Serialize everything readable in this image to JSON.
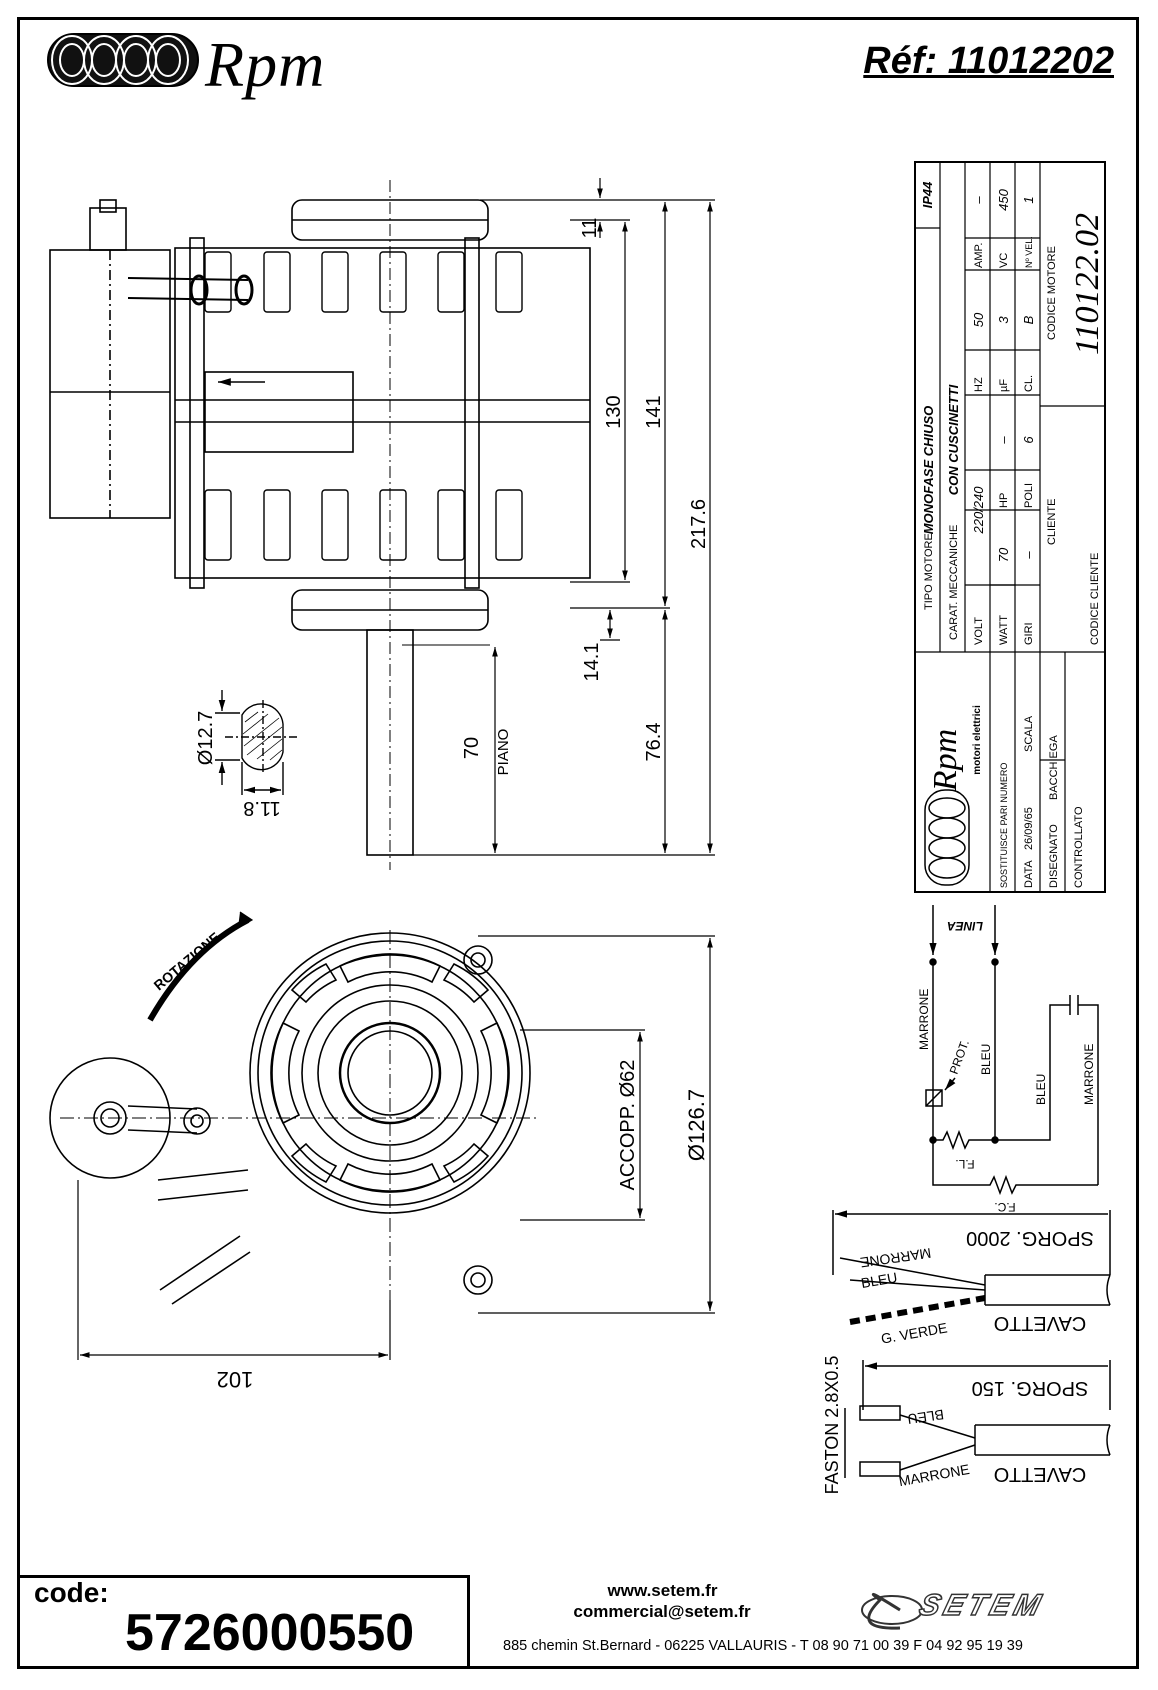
{
  "header": {
    "brand": "Rpm",
    "reference": "Réf: 11012202"
  },
  "dimensions": {
    "d_11": "11",
    "d_130": "130",
    "d_141": "141",
    "d_217_6": "217.6",
    "d_14_1": "14.1",
    "d_76_4": "76.4",
    "d_70": "70",
    "piano": "PIANO",
    "d_12_7": "Ø12.7",
    "d_11_8": "11.8",
    "d_62": "ACCOPP. Ø62",
    "d_126_7": "Ø126.7",
    "d_102": "102",
    "rotazione": "ROTAZIONE"
  },
  "spec_table": {
    "ip": "IP44",
    "tipo_motore_label": "TIPO MOTORE",
    "tipo_motore": "MONOFASE CHIUSO",
    "carat_label": "CARAT. MECCANICHE",
    "carat": "CON CUSCINETTI",
    "volt_label": "VOLT",
    "volt": "220/240",
    "hz_label": "HZ",
    "hz": "50",
    "amp_label": "AMP.",
    "amp": "–",
    "watt_label": "WATT",
    "watt": "70",
    "hp_label": "HP",
    "hp": "–",
    "uf_label": "µF",
    "uf": "3",
    "vc_label": "VC",
    "vc": "450",
    "giri_label": "GIRI",
    "giri": "–",
    "poli_label": "POLI",
    "poli": "6",
    "cl_label": "CL.",
    "cl": "B",
    "nvel_label": "Nº VEL.",
    "nvel": "1",
    "cliente_label": "CLIENTE",
    "codice_motore_label": "CODICE MOTORE",
    "codice_motore": "110122.02",
    "codice_cliente_label": "CODICE CLIENTE",
    "logo_text": "Rpm",
    "logo_sub": "motori elettrici",
    "sostituisce_label": "SOSTITUISCE PARI NUMERO",
    "data_label": "DATA",
    "data": "26/09/65",
    "scala_label": "SCALA",
    "disegnato_label": "DISEGNATO",
    "disegnato": "BACCHIEGA",
    "controllato_label": "CONTROLLATO"
  },
  "wiring": {
    "linea": "LINEA",
    "marrone": "MARRONE",
    "prot": "PROT.",
    "bleu": "BLEU",
    "fl": "F.L.",
    "fc": "F.C."
  },
  "cable1": {
    "sporg": "SPORG. 2000",
    "marrone": "MARRONE",
    "bleu": "BLEU",
    "gverde": "G. VERDE",
    "cavetto": "CAVETTO"
  },
  "cable2": {
    "sporg": "SPORG. 150",
    "bleu": "BLEU",
    "marrone": "MARRONE",
    "cavetto": "CAVETTO",
    "faston": "FASTON 2.8X0.5"
  },
  "footer": {
    "code_label": "code:",
    "code": "5726000550",
    "website": "www.setem.fr",
    "email": "commercial@setem.fr",
    "address": "885 chemin St.Bernard  -  06225 VALLAURIS  -  T 08 90 71 00 39   F 04 92 95 19 39",
    "logo": "SETEM"
  }
}
